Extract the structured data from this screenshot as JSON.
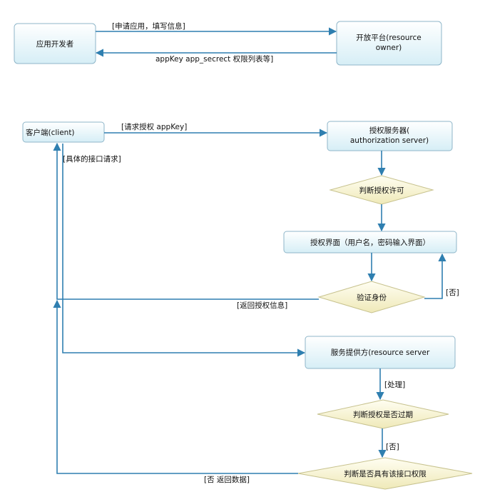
{
  "nodes": {
    "developer": "应用开发者",
    "open_platform_l1": "开放平台(resource",
    "open_platform_l2": "owner)",
    "client": "客户端(client)",
    "auth_server_l1": "授权服务器(",
    "auth_server_l2": "authorization server)",
    "judge_permission": "判断授权许可",
    "auth_page": "授权界面（用户名，密码输入界面）",
    "verify_identity": "验证身份",
    "resource_server": "服务提供方(resource server",
    "judge_expired": "判断授权是否过期",
    "judge_api_permission": "判断是否具有该接口权限"
  },
  "edges": {
    "apply_app": "[申请应用，填写信息]",
    "app_key_return": "appKey app_secrect 权限列表等]",
    "request_auth": "[请求授权 appKey]",
    "specific_api_request": "[具体的接口请求]",
    "return_auth_info": "[返回授权信息]",
    "no_1": "[否]",
    "process": "[处理]",
    "no_2": "[否]",
    "no_return_data": "[否 返回数据]"
  },
  "colors": {
    "box_fill_top": "#ffffff",
    "box_fill_bottom": "#d6eef6",
    "box_stroke": "#8fb6c9",
    "diamond_fill_top": "#fffef2",
    "diamond_fill_bottom": "#efe9b8",
    "edge": "#2f7fb0"
  }
}
